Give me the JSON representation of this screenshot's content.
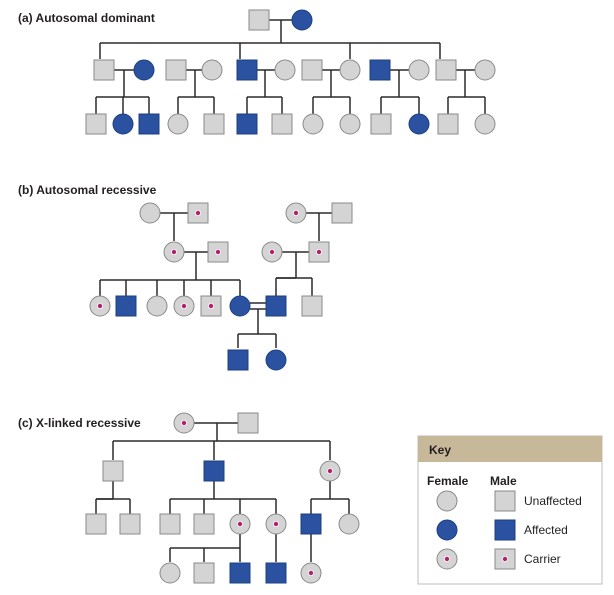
{
  "panels": {
    "a": {
      "title": "(a) Autosomal dominant"
    },
    "b": {
      "title": "(b) Autosomal recessive"
    },
    "c": {
      "title": "(c) X-linked recessive"
    }
  },
  "key": {
    "heading": "Key",
    "col_female": "Female",
    "col_male": "Male",
    "rows": [
      {
        "status": "unaffected",
        "label": "Unaffected"
      },
      {
        "status": "affected",
        "label": "Affected"
      },
      {
        "status": "carrier",
        "label": "Carrier"
      }
    ]
  },
  "colors": {
    "unaffected_fill": "#d4d4d4",
    "affected_fill": "#2a52a0",
    "carrier_dot": "#b0206e",
    "line": "#2b2b2b",
    "key_header_bg": "#c8b89a",
    "key_border": "#bdbdbd"
  }
}
